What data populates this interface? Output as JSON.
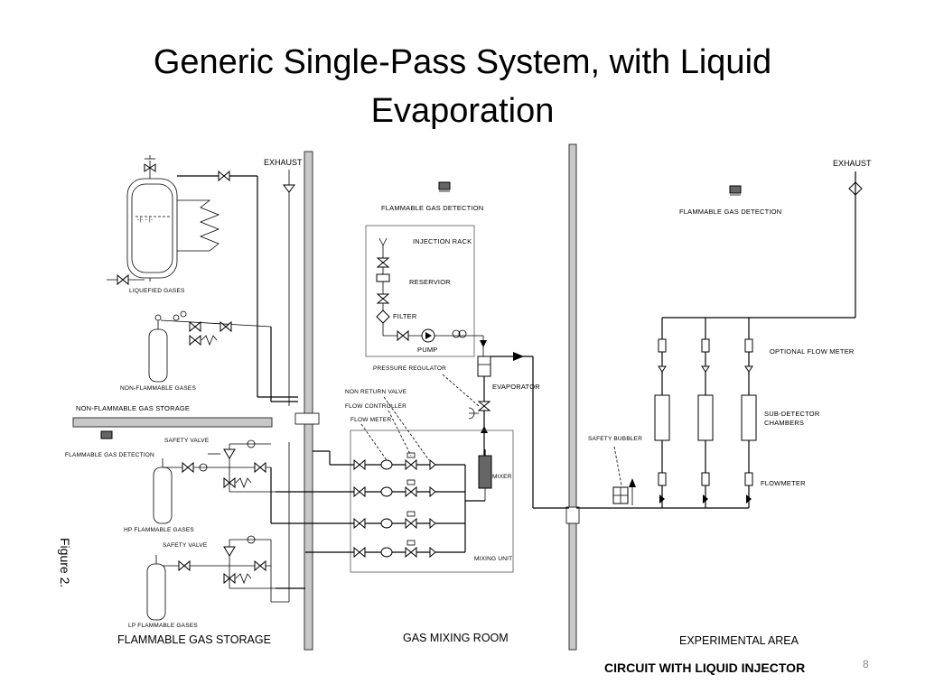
{
  "title": {
    "line1": "Generic Single-Pass System, with Liquid",
    "line2": "Evaporation"
  },
  "labels": {
    "exhaust_left": "EXHAUST",
    "exhaust_right": "EXHAUST",
    "liquefied_gases": "LIQUEFIED GASES",
    "non_flammable_gases": "NON-FLAMMABLE GASES",
    "non_flammable_storage": "NON-FLAMMABLE GAS STORAGE",
    "flammable_gas_detection_left": "FLAMMABLE GAS DETECTION",
    "safety_valve_1": "SAFETY VALVE",
    "safety_valve_2": "SAFETY VALVE",
    "hp_flammable_gases": "HP FLAMMABLE GASES",
    "lp_flammable_gases": "LP FLAMMABLE GASES",
    "flammable_gas_storage": "FLAMMABLE GAS STORAGE",
    "flammable_gas_detection_mid": "FLAMMABLE GAS DETECTION",
    "injection_rack": "INJECTION RACK",
    "reservoir": "RESERVIOR",
    "filter": "FILTER",
    "pump": "PUMP",
    "pressure_regulator": "PRESSURE REGULATOR",
    "evaporator": "EVAPORATOR",
    "non_return_valve": "NON RETURN VALVE",
    "flow_controller": "FLOW CONTROLLER",
    "flow_meter": "FLOW METER",
    "mixer": "MIXER",
    "mixing_unit": "MIXING UNIT",
    "gas_mixing_room": "GAS  MIXING ROOM",
    "flammable_gas_detection_right": "FLAMMABLE GAS DETECTION",
    "optional_flow_meter": "OPTIONAL FLOW METER",
    "sub_detector_1": "SUB-DETECTOR",
    "sub_detector_2": "CHAMBERS",
    "safety_bubbler": "SAFETY BUBBLER",
    "flowmeter": "FLOWMETER",
    "experimental_area": "EXPERIMENTAL AREA",
    "circuit_caption": "CIRCUIT WITH LIQUID INJECTOR",
    "figure": "Figure 2.",
    "page_number": "8"
  }
}
